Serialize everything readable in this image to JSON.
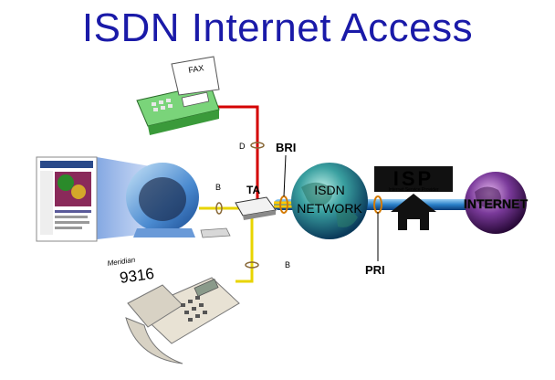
{
  "title": "ISDN Internet Access",
  "labels": {
    "fax": "FAX",
    "d_channel": "D",
    "b_channel_pc": "B",
    "b_channel_phone": "B",
    "bri": "BRI",
    "ta": "TA",
    "pri": "PRI",
    "isdn_line1": "ISDN",
    "isdn_line2": "NETWORK",
    "isp": "ISP",
    "isp_full": "Internet Service Provider",
    "internet": "INTERNET",
    "phone_brand": "Meridian",
    "phone_model": "9316"
  },
  "colors": {
    "title": "#1a1aa8",
    "fax_line": "#d40000",
    "phone_line": "#e8d400",
    "pc_line": "#e8d400",
    "bri_pipe": "#ffcc00",
    "backbone": "#4a9fd8",
    "isdn_globe": "#3aa0a0",
    "internet_globe": "#6a2a8a"
  }
}
